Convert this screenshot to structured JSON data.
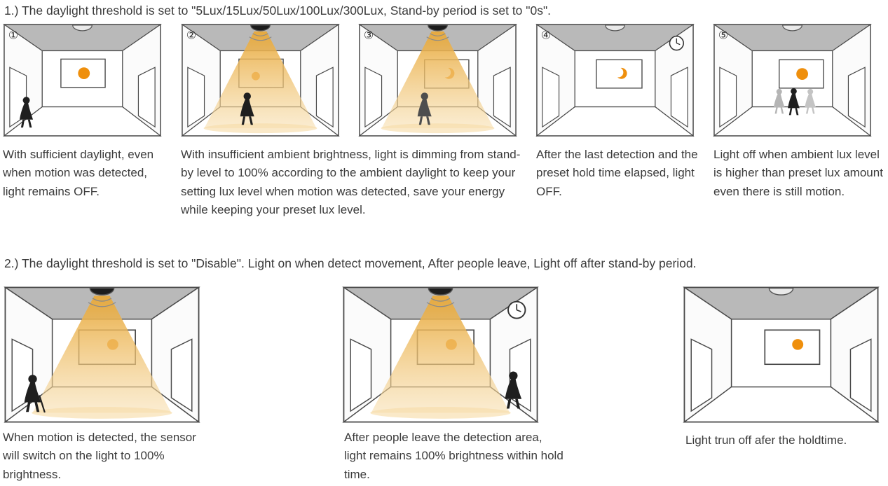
{
  "colors": {
    "line": "#4a4a4a",
    "ceiling": "#b9b9b9",
    "wall": "#fbfbfb",
    "sun": "#ef8f0c",
    "cone_top": "#e8a838",
    "cone_bottom": "#f7ddab",
    "sensor_on": "#1d1d1d",
    "sensor_off": "#e9e9e9"
  },
  "section1": {
    "heading": "1.) The daylight threshold is set to \"5Lux/15Lux/50Lux/100Lux/300Lux, Stand-by period is set to \"0s\".",
    "scenes": [
      {
        "number": "①",
        "light": "off",
        "window": "sun",
        "window_pos": "center-left",
        "clock": false,
        "persons": [
          {
            "pos": "left-door",
            "color": "#1f1f1f"
          }
        ]
      },
      {
        "number": "②",
        "light": "on",
        "window": "sun-small",
        "window_pos": "center-left",
        "clock": false,
        "persons": [
          {
            "pos": "center-left",
            "color": "#1f1f1f"
          }
        ]
      },
      {
        "number": "③",
        "light": "on",
        "window": "moon",
        "window_pos": "center-right",
        "clock": false,
        "persons": [
          {
            "pos": "center-left",
            "color": "#4e4e4e"
          }
        ]
      },
      {
        "number": "④",
        "light": "off",
        "window": "moon",
        "window_pos": "center",
        "clock": true,
        "persons": []
      },
      {
        "number": "⑤",
        "light": "off",
        "window": "sun",
        "window_pos": "center-right",
        "clock": false,
        "persons": [
          {
            "pos": "back-left",
            "color": "#b5b5b5"
          },
          {
            "pos": "back-center",
            "color": "#1f1f1f"
          },
          {
            "pos": "back-right",
            "color": "#c4c4c4"
          }
        ]
      }
    ],
    "captions": [
      {
        "text": "With sufficient daylight, even when motion was detected, light remains OFF."
      },
      {
        "text": "With insufficient ambient brightness, light is dimming from stand-by level to 100% according to the ambient daylight to keep your setting lux level  when motion was detected, save your energy while keeping your preset lux level."
      },
      {
        "text": "After the last detection and the preset hold time elapsed, light OFF."
      },
      {
        "text": "Light off when ambient lux level is higher than preset lux amount even there is still motion."
      }
    ]
  },
  "section2": {
    "heading": "2.) The daylight threshold is set to \"Disable\".  Light on when detect movement, After people leave, Light off after stand-by period.",
    "scenes": [
      {
        "number": "",
        "light": "on",
        "window": "dot",
        "window_pos": "center",
        "clock": false,
        "persons": [
          {
            "pos": "left-door",
            "color": "#1f1f1f",
            "stick": true
          }
        ]
      },
      {
        "number": "",
        "light": "on",
        "window": "dot",
        "window_pos": "center",
        "clock": true,
        "persons": [
          {
            "pos": "right-door",
            "color": "#1f1f1f"
          }
        ]
      },
      {
        "number": "",
        "light": "off",
        "window": "dot",
        "window_pos": "center-right",
        "clock": false,
        "persons": []
      }
    ],
    "captions": [
      {
        "text": "When motion is detected, the sensor will switch on the light to 100% brightness."
      },
      {
        "text": "After people leave the detection area, light remains 100% brightness within hold time."
      },
      {
        "text": "Light trun off afer the holdtime."
      }
    ]
  }
}
